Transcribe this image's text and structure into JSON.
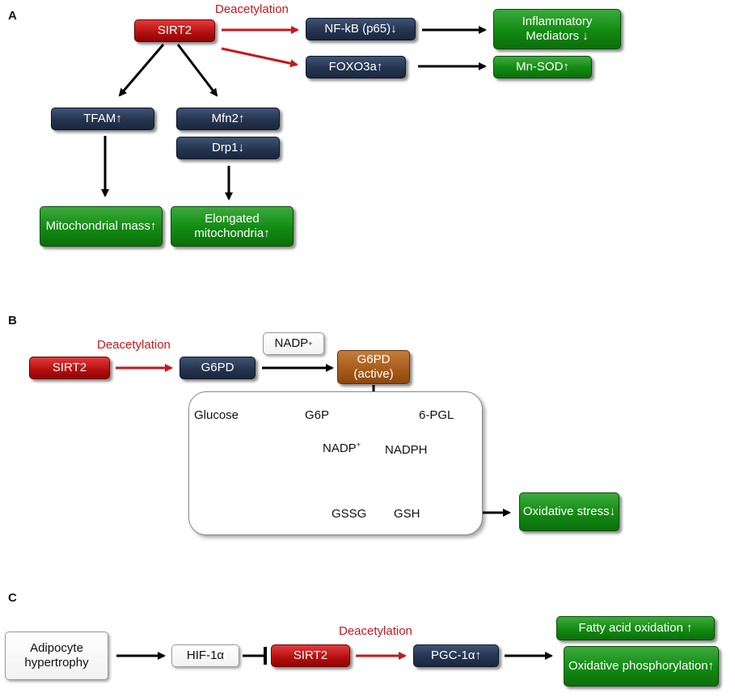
{
  "panelA": {
    "label": "A",
    "sirt2": "SIRT2",
    "deacetylation": "Deacetylation",
    "nfkb": "NF-kB (p65)↓",
    "inflammatory": "Inflammatory Mediators ↓",
    "foxo3a": "FOXO3a↑",
    "mnsod": "Mn-SOD↑",
    "tfam": "TFAM↑",
    "mfn2": "Mfn2↑",
    "drp1": "Drp1↓",
    "mito_mass": "Mitochondrial mass↑",
    "elongated": "Elongated mitochondria↑"
  },
  "panelB": {
    "label": "B",
    "sirt2": "SIRT2",
    "deacetylation": "Deacetylation",
    "g6pd": "G6PD",
    "nadp_box": "NADP",
    "g6pd_active": "G6PD (active)",
    "glucose": "Glucose",
    "g6p": "G6P",
    "pgl": "6-PGL",
    "nadp": "NADP",
    "nadph": "NADPH",
    "gssg": "GSSG",
    "gsh": "GSH",
    "oxidative_stress": "Oxidative stress↓",
    "plus": "+"
  },
  "panelC": {
    "label": "C",
    "adipocyte": "Adipocyte hypertrophy",
    "hif": "HIF-1α",
    "sirt2": "SIRT2",
    "deacetylation": "Deacetylation",
    "pgc": "PGC-1α↑",
    "fatty": "Fatty acid oxidation ↑",
    "oxphos": "Oxidative phosphorylation↑"
  }
}
